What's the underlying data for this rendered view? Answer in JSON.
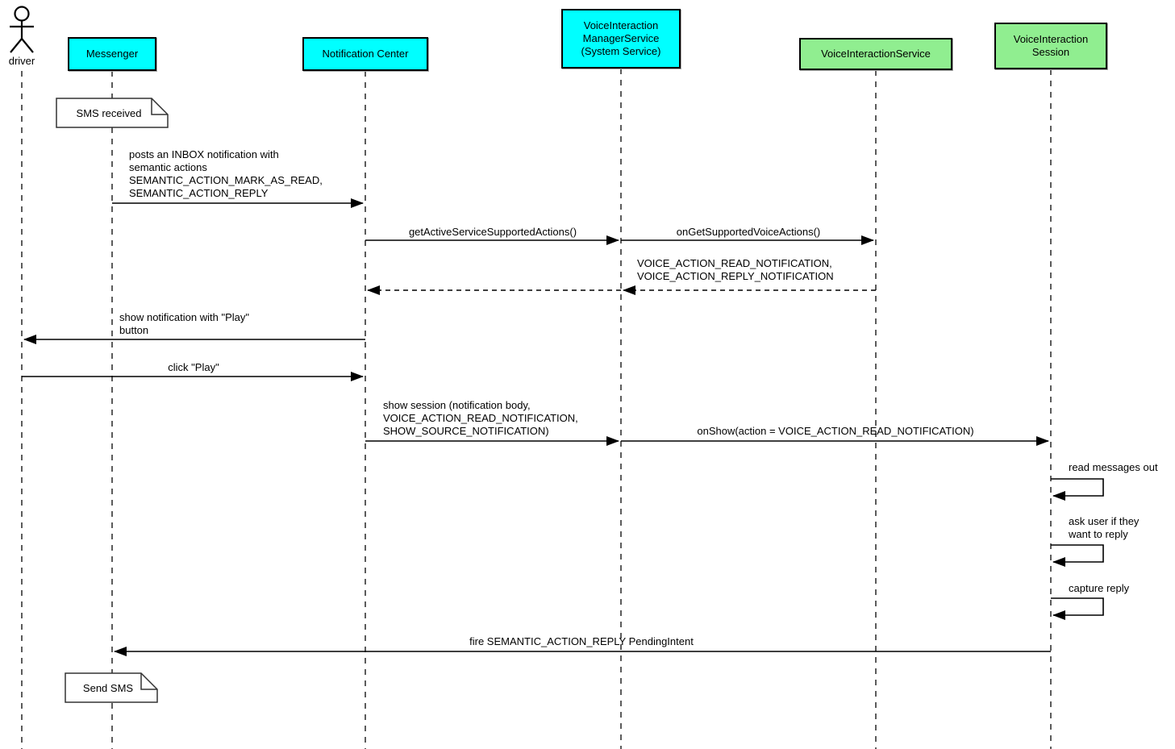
{
  "diagram_type": "uml-sequence",
  "colors": {
    "participant_cyan": "#00ffff",
    "participant_green": "#90ee90",
    "note_bg": "#ffffff",
    "line": "#000000"
  },
  "actor": {
    "label": "driver"
  },
  "participants": [
    {
      "id": "messenger",
      "label": "Messenger",
      "color": "#00ffff"
    },
    {
      "id": "notification-center",
      "label": "Notification Center",
      "color": "#00ffff"
    },
    {
      "id": "voice-interaction-manager-service",
      "label": "VoiceInteraction\nManagerService\n(System Service)",
      "color": "#00ffff"
    },
    {
      "id": "voice-interaction-service",
      "label": "VoiceInteractionService",
      "color": "#90ee90"
    },
    {
      "id": "voice-interaction-session",
      "label": "VoiceInteraction\nSession",
      "color": "#90ee90"
    }
  ],
  "notes": [
    {
      "attached_to": "Messenger",
      "text": "SMS received"
    },
    {
      "attached_to": "Messenger",
      "text": "Send SMS"
    }
  ],
  "messages": [
    {
      "from": "Messenger",
      "to": "Notification Center",
      "style": "solid",
      "text": "posts an INBOX notification with\nsemantic actions\nSEMANTIC_ACTION_MARK_AS_READ,\nSEMANTIC_ACTION_REPLY"
    },
    {
      "from": "Notification Center",
      "to": "VoiceInteraction ManagerService",
      "style": "solid",
      "text": "getActiveServiceSupportedActions()"
    },
    {
      "from": "VoiceInteraction ManagerService",
      "to": "VoiceInteractionService",
      "style": "solid",
      "text": "onGetSupportedVoiceActions()"
    },
    {
      "from": "VoiceInteractionService",
      "to": "VoiceInteraction ManagerService",
      "style": "dashed",
      "text": "VOICE_ACTION_READ_NOTIFICATION,\nVOICE_ACTION_REPLY_NOTIFICATION"
    },
    {
      "from": "VoiceInteraction ManagerService",
      "to": "Notification Center",
      "style": "dashed",
      "text": ""
    },
    {
      "from": "Notification Center",
      "to": "driver",
      "style": "solid",
      "text": "show notification with \"Play\"\nbutton"
    },
    {
      "from": "driver",
      "to": "Notification Center",
      "style": "solid",
      "text": "click \"Play\""
    },
    {
      "from": "Notification Center",
      "to": "VoiceInteraction ManagerService",
      "style": "solid",
      "text": "show session (notification body,\nVOICE_ACTION_READ_NOTIFICATION,\nSHOW_SOURCE_NOTIFICATION)"
    },
    {
      "from": "VoiceInteraction ManagerService",
      "to": "VoiceInteraction Session",
      "style": "solid",
      "text": "onShow(action = VOICE_ACTION_READ_NOTIFICATION)"
    },
    {
      "from": "VoiceInteraction Session",
      "to": "VoiceInteraction Session",
      "style": "self",
      "text": "read messages out"
    },
    {
      "from": "VoiceInteraction Session",
      "to": "VoiceInteraction Session",
      "style": "self",
      "text": "ask user if they\nwant to reply"
    },
    {
      "from": "VoiceInteraction Session",
      "to": "VoiceInteraction Session",
      "style": "self",
      "text": "capture reply"
    },
    {
      "from": "VoiceInteraction Session",
      "to": "Messenger",
      "style": "solid",
      "text": "fire SEMANTIC_ACTION_REPLY PendingIntent"
    }
  ]
}
